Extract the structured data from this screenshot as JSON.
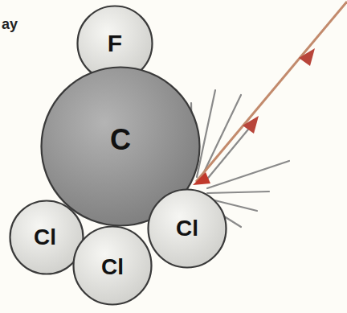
{
  "diagram": {
    "nodes": [
      {
        "text": [
          "F"
        ]
      },
      {
        "text": [
          "C"
        ]
      },
      {
        "text": [
          "Cl"
        ]
      },
      {
        "text": [
          "Cl"
        ]
      },
      {
        "text": [
          "Cl"
        ]
      }
    ],
    "labels": [
      "ay"
    ]
  }
}
